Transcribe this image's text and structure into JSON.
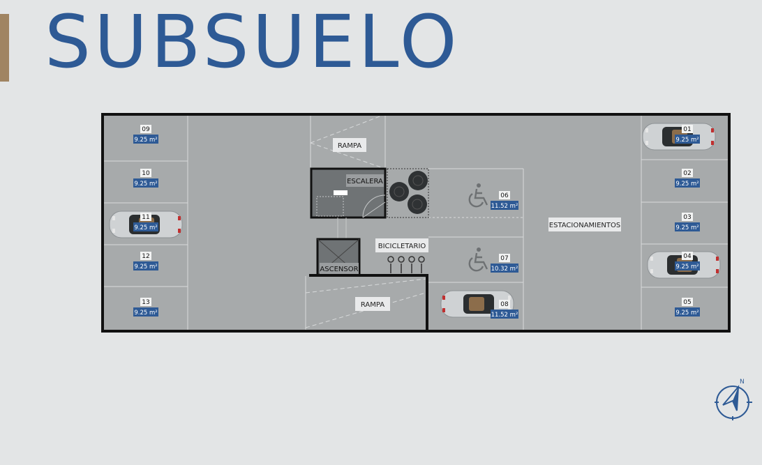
{
  "header": {
    "title": "SUBSUELO"
  },
  "plan": {
    "colors": {
      "floor": "#a7aaab",
      "wall": "#111111",
      "line": "#d8dadb",
      "tag_bg": "#2e5a95",
      "tag_text": "#ffffff",
      "title": "#2e5a95",
      "accent": "#a08462"
    },
    "spaces": [
      {
        "id": "09",
        "area": "9.25 m²",
        "car": false
      },
      {
        "id": "10",
        "area": "9.25 m²",
        "car": false
      },
      {
        "id": "11",
        "area": "9.25 m²",
        "car": true
      },
      {
        "id": "12",
        "area": "9.25 m²",
        "car": false
      },
      {
        "id": "13",
        "area": "9.25 m²",
        "car": false
      },
      {
        "id": "01",
        "area": "9.25 m²",
        "car": true
      },
      {
        "id": "02",
        "area": "9.25 m²",
        "car": false
      },
      {
        "id": "03",
        "area": "9.25 m²",
        "car": false
      },
      {
        "id": "04",
        "area": "9.25 m²",
        "car": true
      },
      {
        "id": "05",
        "area": "9.25 m²",
        "car": false
      },
      {
        "id": "06",
        "area": "11.52 m²",
        "car": false,
        "accessible": true
      },
      {
        "id": "07",
        "area": "10.32 m²",
        "car": false,
        "accessible": true
      },
      {
        "id": "08",
        "area": "11.52 m²",
        "car": true
      }
    ],
    "rooms": {
      "rampa_top": "RAMPA",
      "escalera": "ESCALERA",
      "bicicletario": "BICICLETARIO",
      "ascensor": "ASCENSOR",
      "rampa_bottom": "RAMPA",
      "estacionamientos": "ESTACIONAMIENTOS"
    },
    "icons": {
      "accessible": "wheelchair-icon",
      "car": "car-icon",
      "compass": "compass-icon",
      "bikes": "bicycle-icon",
      "tanks": "water-tank-icon"
    },
    "compass_label": "N"
  }
}
